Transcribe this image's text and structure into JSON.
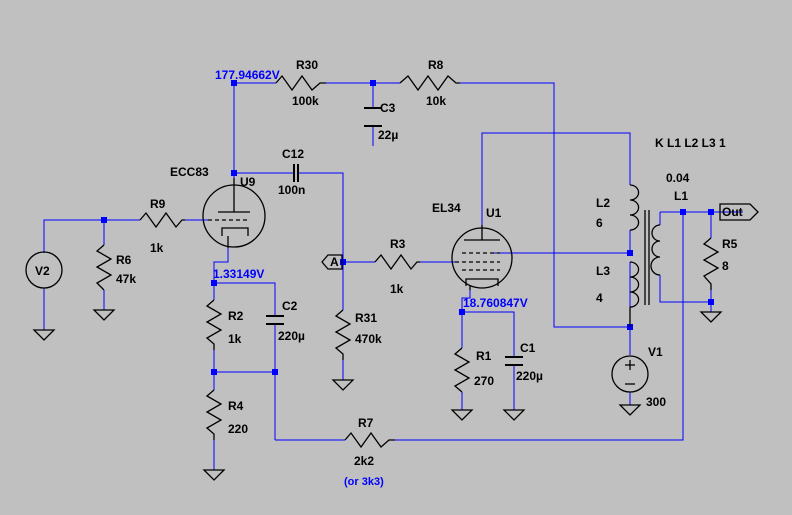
{
  "voltages": {
    "v_plate": "177.94662V",
    "v_cathode_u9": "1.33149V",
    "v_cathode_u1": "18.760847V"
  },
  "components": {
    "r30": {
      "name": "R30",
      "value": "100k"
    },
    "r8": {
      "name": "R8",
      "value": "10k"
    },
    "c3": {
      "name": "C3",
      "value": "22µ"
    },
    "c12": {
      "name": "C12",
      "value": "100n"
    },
    "u9": {
      "name": "U9",
      "model": "ECC83"
    },
    "r9": {
      "name": "R9",
      "value": "1k"
    },
    "r6": {
      "name": "R6",
      "value": "47k"
    },
    "v2": {
      "name": "V2"
    },
    "r2": {
      "name": "R2",
      "value": "1k"
    },
    "c2": {
      "name": "C2",
      "value": "220µ"
    },
    "r4": {
      "name": "R4",
      "value": "220"
    },
    "r31": {
      "name": "R31",
      "value": "470k"
    },
    "r3": {
      "name": "R3",
      "value": "1k"
    },
    "u1": {
      "name": "U1",
      "model": "EL34"
    },
    "r1": {
      "name": "R1",
      "value": "270"
    },
    "c1": {
      "name": "C1",
      "value": "220µ"
    },
    "r7": {
      "name": "R7",
      "value": "2k2",
      "note": "(or 3k3)"
    },
    "l1": {
      "name": "L1",
      "value": "0.04"
    },
    "l2": {
      "name": "L2",
      "value": "6"
    },
    "l3": {
      "name": "L3",
      "value": "4"
    },
    "v1": {
      "name": "V1",
      "value": "300"
    },
    "r5": {
      "name": "R5",
      "value": "8"
    }
  },
  "directive": "K L1 L2 L3 1",
  "net_labels": {
    "a": "A",
    "out": "Out"
  }
}
